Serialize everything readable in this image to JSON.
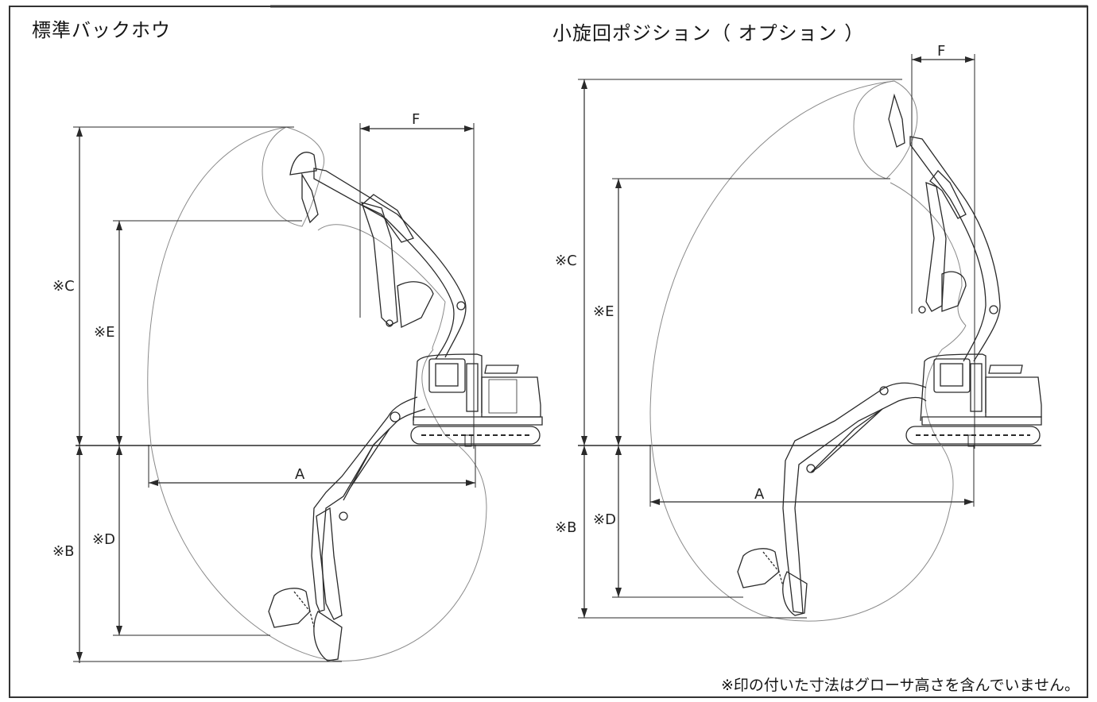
{
  "panels": {
    "left": {
      "title": "標準バックホウ"
    },
    "right": {
      "title": "小旋回ポジション（ オプション ）"
    }
  },
  "dimension_labels": {
    "A": "A",
    "B": "※B",
    "C": "※C",
    "D": "※D",
    "E": "※E",
    "F": "F"
  },
  "footnote": "※印の付いた寸法はグローサ高さを含んでいません。",
  "colors": {
    "line": "#2a2a2a",
    "faint": "#8a8a8a",
    "background": "#ffffff"
  }
}
